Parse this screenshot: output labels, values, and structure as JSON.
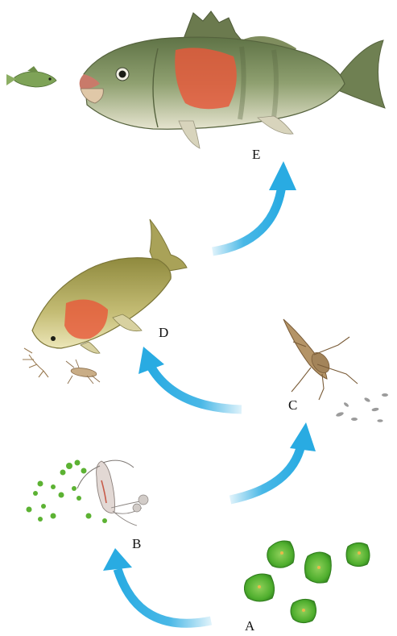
{
  "labels": {
    "a": "A",
    "b": "B",
    "c": "C",
    "d": "D",
    "e": "E"
  },
  "colors": {
    "arrow": "#29abe2",
    "algae": "#5cb233",
    "algae_dark": "#3d8d20",
    "fish_body": "#8a9e6a",
    "fish_belly": "#e8e6d2",
    "fish_red": "#e8583a",
    "carp_body": "#b8b069",
    "insect": "#9a7b52"
  },
  "icons": {
    "algae": "algae-cell-icon",
    "zooplankton": "copepod-icon",
    "insect_larva": "insect-larva-icon",
    "small_fish": "small-fish-icon",
    "large_fish": "predator-fish-icon"
  }
}
